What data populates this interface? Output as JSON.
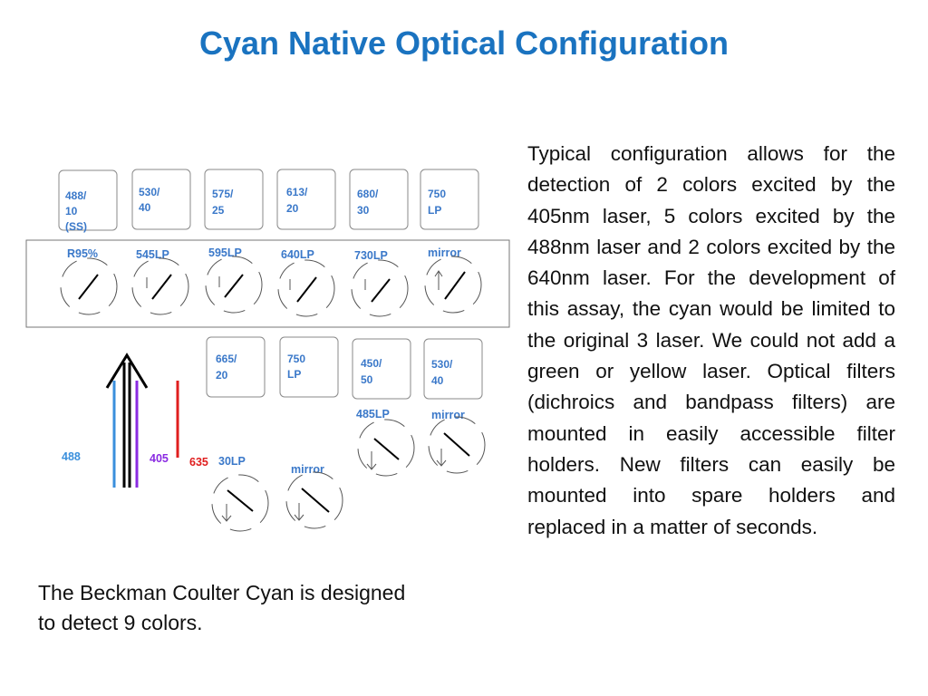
{
  "title": "Cyan Native Optical Configuration",
  "description_text": "Typical configuration allows for the detection of 2 colors excited by the 405nm laser, 5 colors excited by the 488nm laser and 2 colors excited by the 640nm laser. For the development of this assay, the cyan would be limited to the original 3 laser. We could not add a green or yellow laser. Optical filters (dichroics and bandpass filters) are mounted in easily accessible filter holders. New filters can easily be mounted into spare holders and replaced in a matter of seconds.",
  "caption": "The Beckman  Coulter Cyan is designed to detect 9 colors.",
  "diagram": {
    "top_filters": [
      {
        "line1": "488/",
        "line2": "10",
        "line3": "(SS)"
      },
      {
        "line1": "530/",
        "line2": "40"
      },
      {
        "line1": "575/",
        "line2": "25"
      },
      {
        "line1": "613/",
        "line2": "20"
      },
      {
        "line1": "680/",
        "line2": "30"
      },
      {
        "line1": "750",
        "line2": "LP"
      }
    ],
    "top_dichroics": [
      "R95%",
      "545LP",
      "595LP",
      "640LP",
      "730LP",
      "mirror"
    ],
    "bottom_filters": [
      {
        "line1": "665/",
        "line2": "20"
      },
      {
        "line1": "750",
        "line2": "LP"
      },
      {
        "line1": "450/",
        "line2": "50"
      },
      {
        "line1": "530/",
        "line2": "40"
      }
    ],
    "bottom_dichroics": [
      "485LP",
      "mirror",
      "30LP",
      "mirror"
    ],
    "lasers": [
      {
        "label": "488",
        "color": "#3a8fdc"
      },
      {
        "label": "405",
        "color": "#8a2be2"
      },
      {
        "label": "635",
        "color": "#e01e1e"
      }
    ]
  },
  "colors": {
    "title": "#1a73c0",
    "label_blue": "#3a78c9"
  }
}
